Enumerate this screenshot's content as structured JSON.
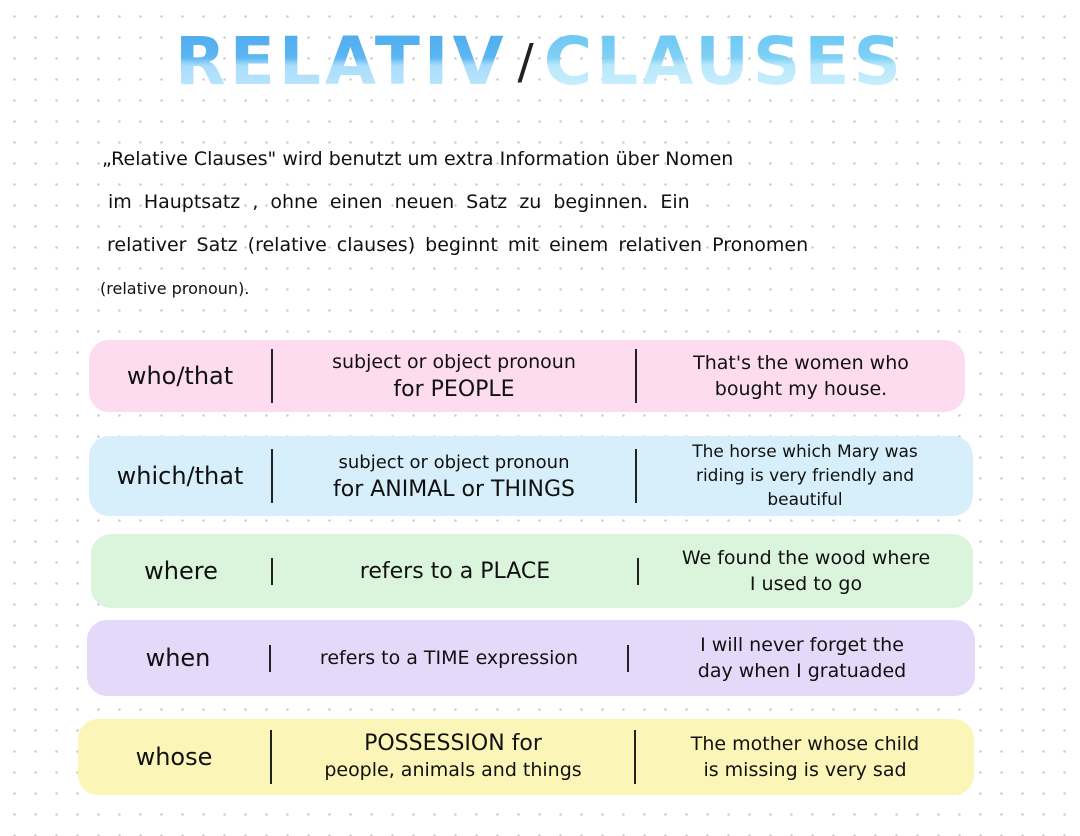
{
  "title": {
    "word1": "RELATIV",
    "slash": "/",
    "word2": "CLAUSES"
  },
  "intro": {
    "line1": "„Relative Clauses\" wird benutzt um extra Information über Nomen",
    "line2": "im Hauptsatz , ohne einen neuen Satz zu beginnen. Ein",
    "line3": "relativer Satz (relative clauses) beginnt mit einem relativen Pronomen",
    "line4": "(relative pronoun)."
  },
  "rows": [
    {
      "word": "who/that",
      "desc_line1": "subject or object pronoun",
      "desc_line2": "for PEOPLE",
      "example_line1": "That's the women who",
      "example_line2": "bought my house.",
      "example_line3": ""
    },
    {
      "word": "which/that",
      "desc_line1": "subject or object pronoun",
      "desc_line2": "for ANIMAL or THINGS",
      "example_line1": "The horse which Mary was",
      "example_line2": "riding is very friendly and",
      "example_line3": "beautiful"
    },
    {
      "word": "where",
      "desc_line1": "refers to a PLACE",
      "desc_line2": "",
      "example_line1": "We found the wood where",
      "example_line2": "I used to go",
      "example_line3": ""
    },
    {
      "word": "when",
      "desc_line1": "refers to a TIME expression",
      "desc_line2": "",
      "example_line1": "I will never forget the",
      "example_line2": "day when I gratuaded",
      "example_line3": ""
    },
    {
      "word": "whose",
      "desc_line1": "POSSESSION for",
      "desc_line2": "people, animals and things",
      "example_line1": "The mother whose child",
      "example_line2": "is missing is very sad",
      "example_line3": ""
    }
  ],
  "colors": {
    "title_blue": "#5cb6f2",
    "title_light_blue": "#7fd0f5",
    "row_pink": "#fcdcee",
    "row_blue": "#d6effb",
    "row_green": "#daf5db",
    "row_violet": "#e4d9f9",
    "row_yellow": "#fbf6b7"
  }
}
